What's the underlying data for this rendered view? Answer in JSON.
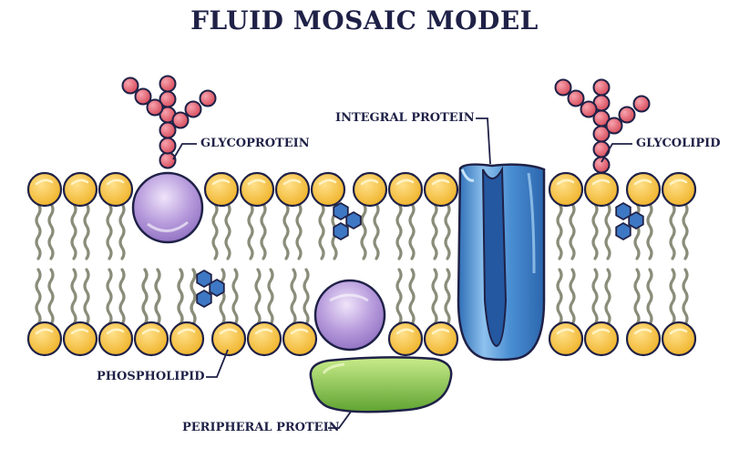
{
  "title": "FLUID MOSAIC MODEL",
  "labels": {
    "glycoprotein": "GLYCOPROTEIN",
    "integral_protein": "INTEGRAL PROTEIN",
    "glycolipid": "GLYCOLIPID",
    "phospholipid": "PHOSPHOLIPID",
    "peripheral_protein": "PERIPHERAL PROTEIN"
  },
  "colors": {
    "ink": "#1f2147",
    "head": "#f5c140",
    "tail": "#8b8d7a",
    "sugar": "#e3687b",
    "globular_protein": "#b394d6",
    "integral_protein": "#3d7fc6",
    "peripheral_protein": "#7fc24a",
    "cholesterol": "#3e78c4"
  }
}
